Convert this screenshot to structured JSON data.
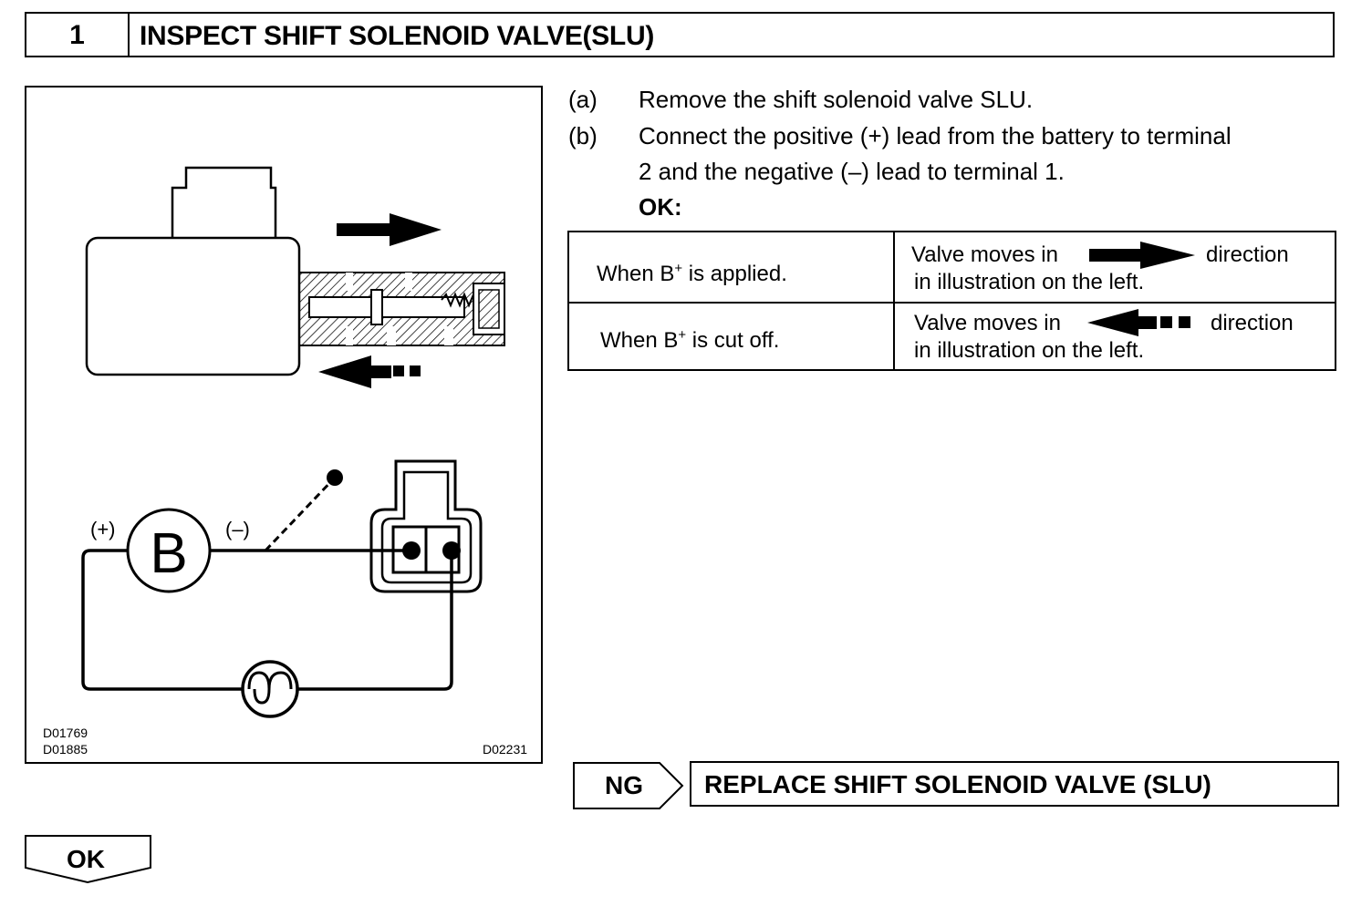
{
  "header": {
    "step_number": "1",
    "title": "INSPECT SHIFT SOLENOID VALVE(SLU)"
  },
  "figure": {
    "codes_left": [
      "D01769",
      "D01885"
    ],
    "code_right": "D02231",
    "battery_label": "B",
    "positive_label": "(+)",
    "negative_label": "(–)"
  },
  "steps": [
    {
      "label": "(a)",
      "lines": [
        "Remove the shift solenoid valve SLU."
      ]
    },
    {
      "label": "(b)",
      "lines": [
        "Connect the positive (+) lead from the battery to terminal",
        "2 and the negative (–) lead to terminal 1."
      ]
    }
  ],
  "ok_label": "OK:",
  "table": {
    "rows": [
      {
        "condition": "When B",
        "condition_sup": "+",
        "condition_end": " is applied.",
        "result_pre": "Valve moves in",
        "result_post": "direction",
        "result_line2": "in illustration on the left."
      },
      {
        "condition": "When B",
        "condition_sup": "+",
        "condition_end": " is cut off.",
        "result_pre": "Valve moves in",
        "result_post": "direction",
        "result_line2": "in illustration on the left."
      }
    ]
  },
  "ng": {
    "tag": "NG",
    "action": "REPLACE SHIFT SOLENOID VALVE (SLU)"
  },
  "ok": {
    "tag": "OK"
  }
}
